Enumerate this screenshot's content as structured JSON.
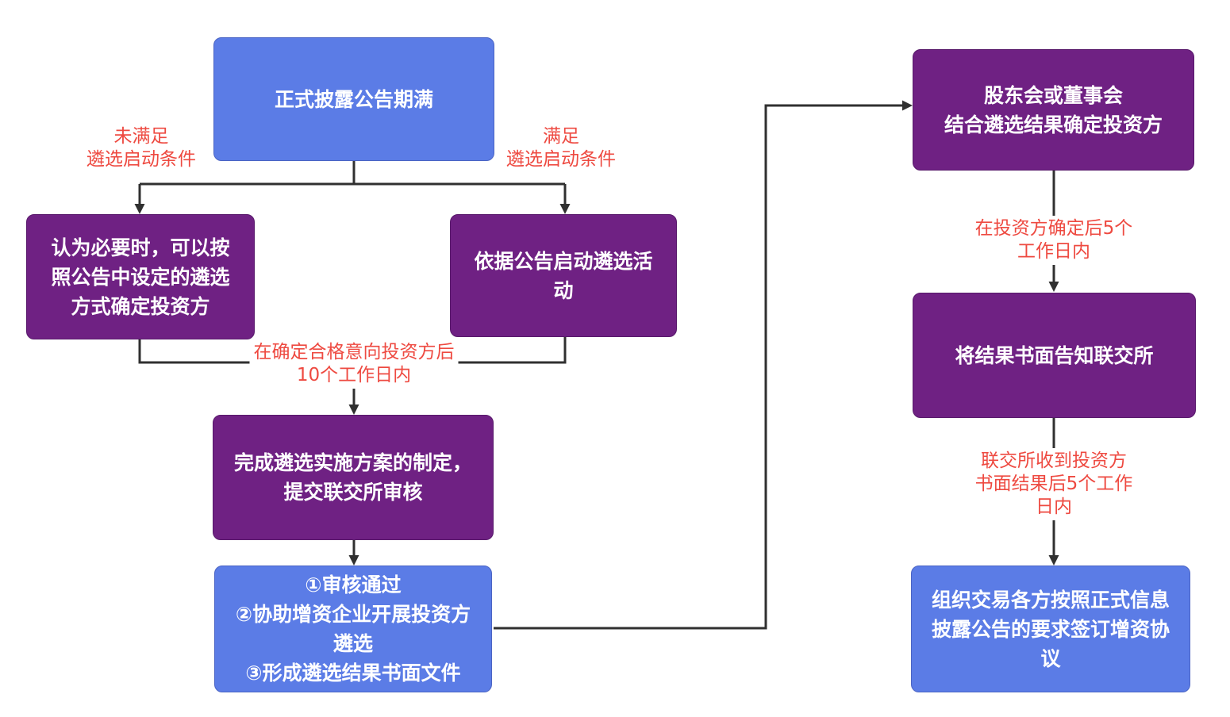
{
  "diagram": {
    "type": "flowchart",
    "language": "zh-CN",
    "nodes": {
      "start": "正式披露公告期满",
      "optional_selection": "认为必要时，可以按\n照公告中设定的遴选\n方式确定投资方",
      "launch_selection": "依据公告启动遴选活\n动",
      "submit_plan": "完成遴选实施方案的制定，\n提交联交所审核",
      "exchange_steps": "①审核通过\n②协助增资企业开展投资方\n遴选\n③形成遴选结果书面文件",
      "board_decision": "股东会或董事会\n结合遴选结果确定投资方",
      "notify_exchange": "将结果书面告知联交所",
      "sign_agreement": "组织交易各方按照正式信息\n披露公告的要求签订增资协\n议"
    },
    "edge_labels": {
      "not_met": "未满足\n遴选启动条件",
      "met": "满足\n遴选启动条件",
      "within_10_days": "在确定合格意向投资方后\n10个工作日内",
      "within_5_days_after_confirm": "在投资方确定后5个工作日内",
      "within_5_days_after_receipt": "联交所收到投资方\n书面结果后5个工作日内"
    }
  },
  "colors": {
    "node_blue": "#5b7ce6",
    "node_purple": "#6f2183",
    "edge_label_red": "#ee4a41",
    "connector": "#303030",
    "node_text": "#ffffff",
    "page_bg": "#ffffff"
  }
}
